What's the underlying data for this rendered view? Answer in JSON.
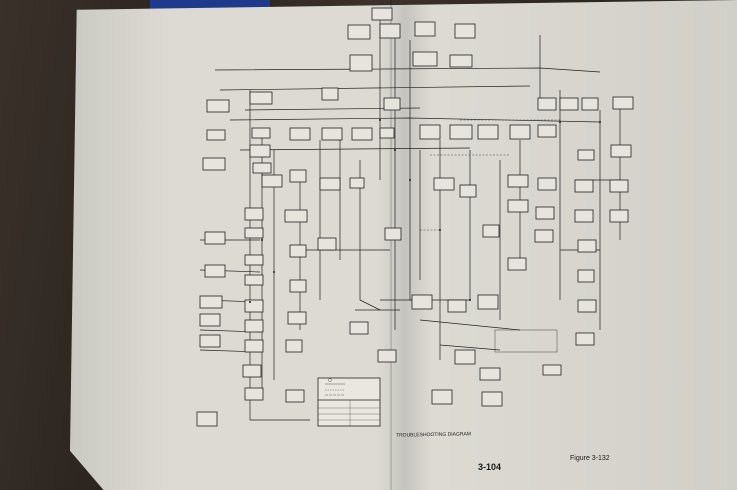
{
  "document": {
    "page_number": "3-104",
    "figure_label": "Figure 3-132",
    "diagram_caption": "TROUBLESHOOTING DIAGRAM"
  }
}
